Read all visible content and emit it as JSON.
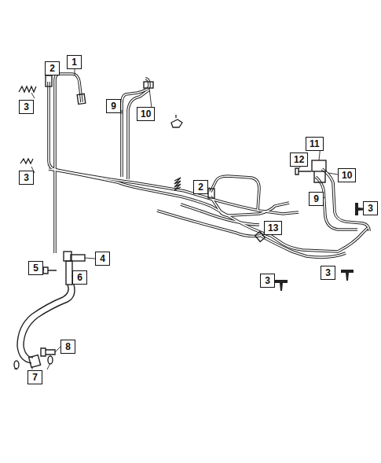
{
  "diagram": {
    "labels": [
      "2",
      "1",
      "3",
      "3",
      "9",
      "10",
      "2",
      "11",
      "12",
      "10",
      "9",
      "3",
      "13",
      "4",
      "5",
      "6",
      "3",
      "3",
      "8",
      "7"
    ]
  }
}
